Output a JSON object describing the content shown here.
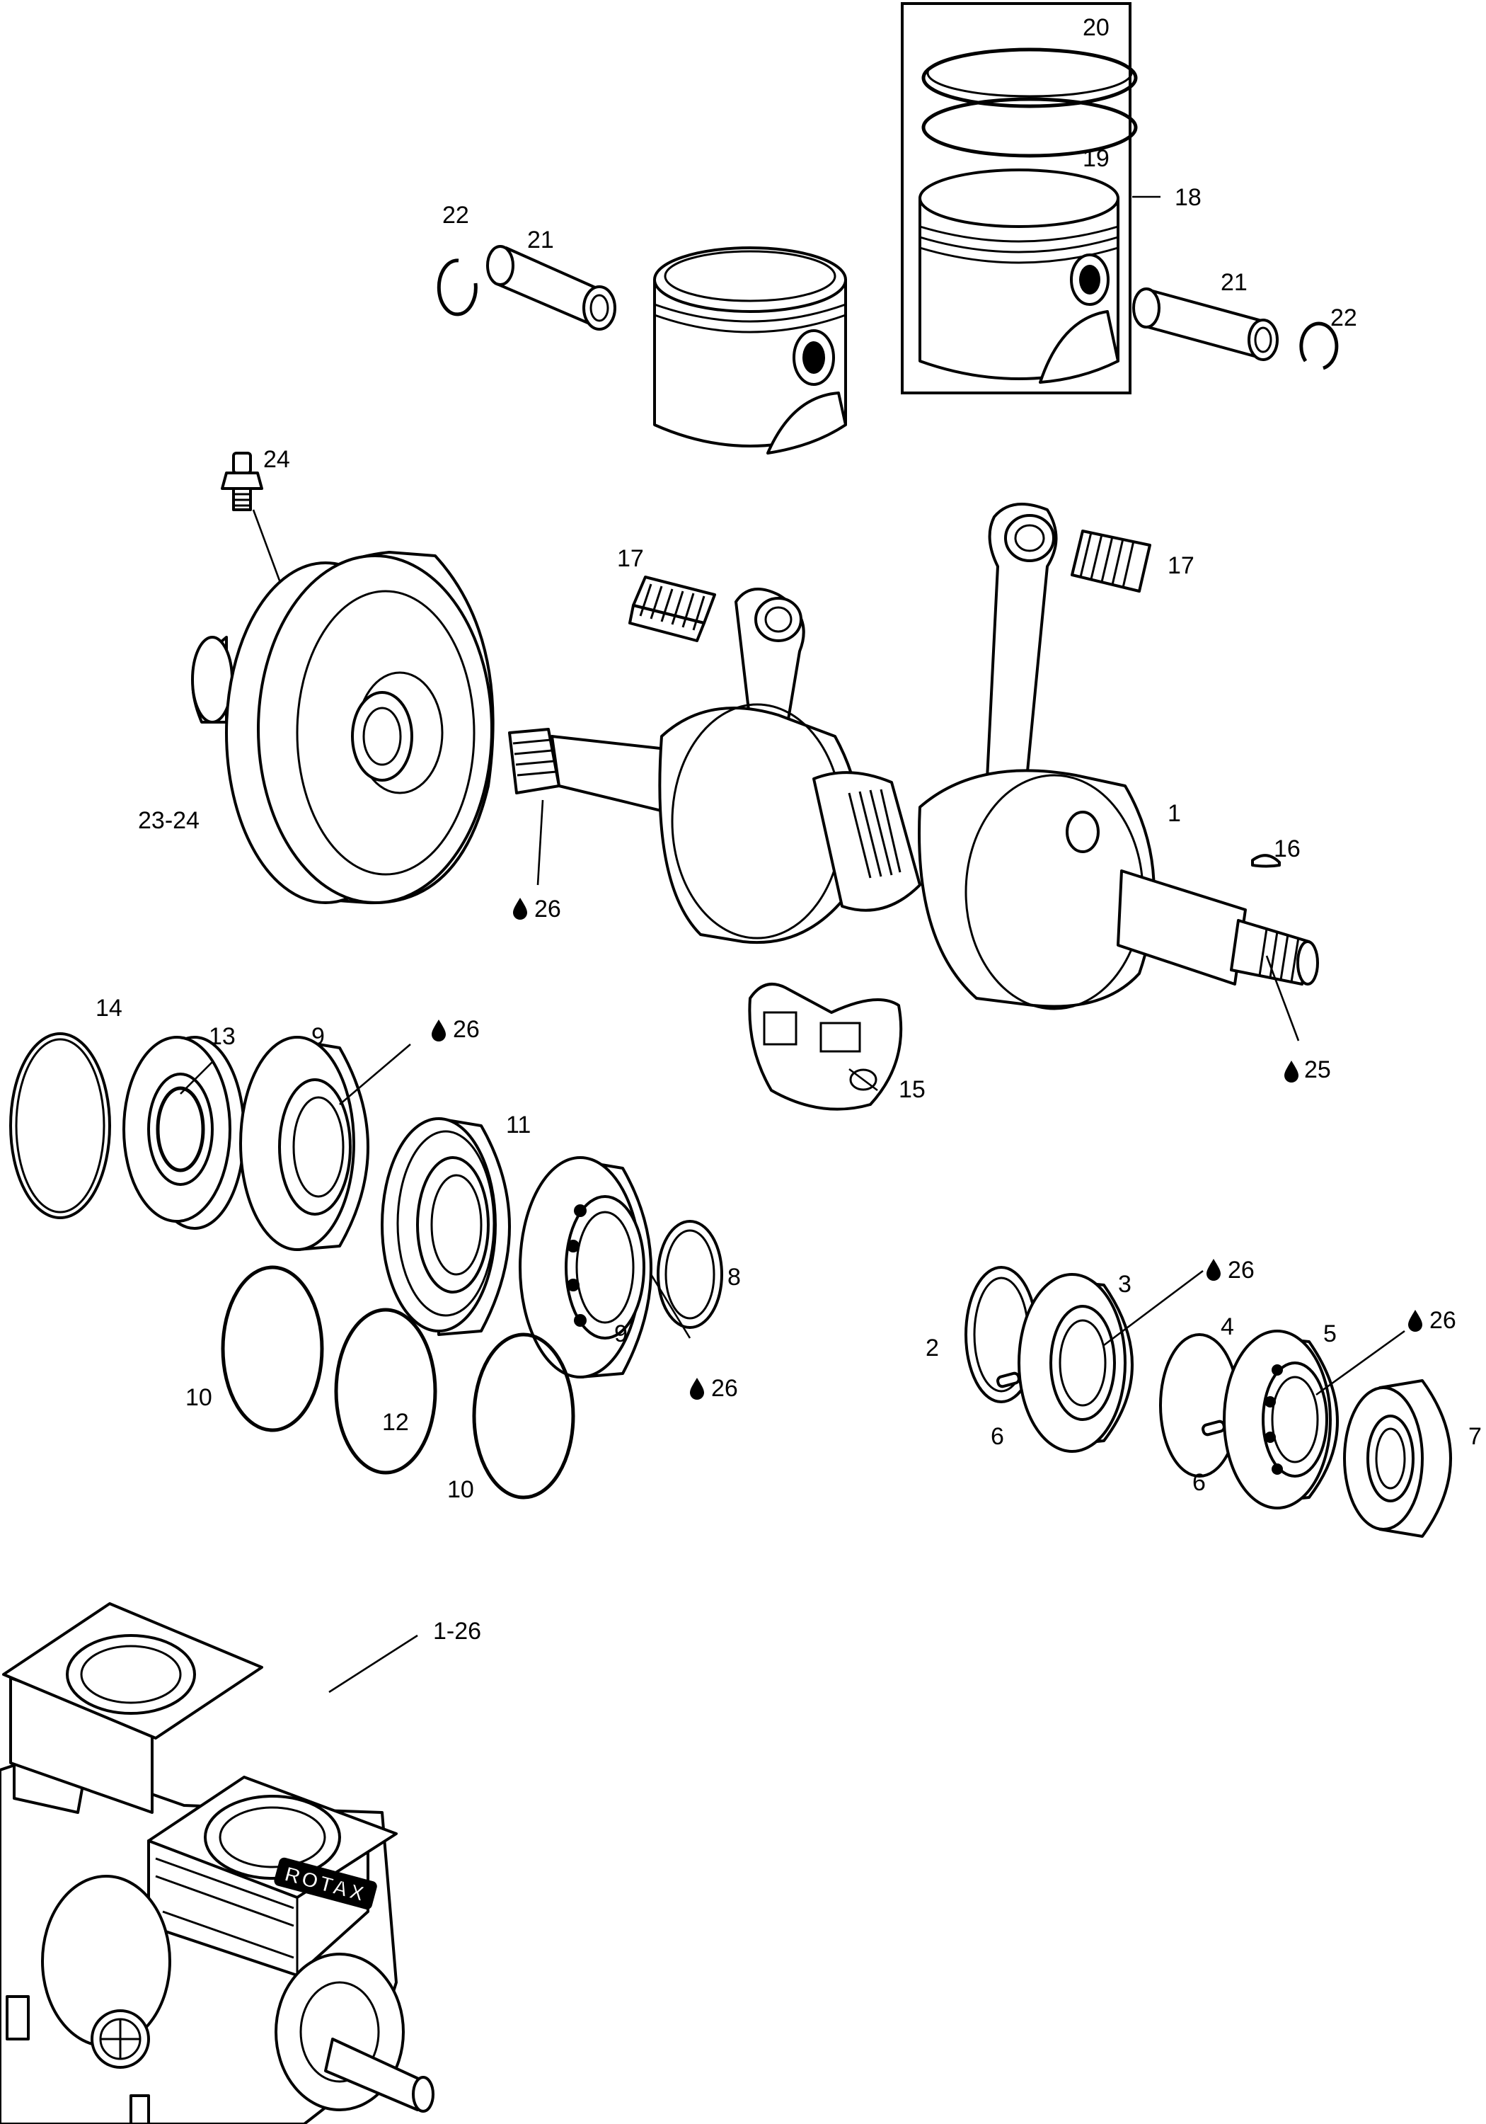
{
  "labels": {
    "l20": "20",
    "l19": "19",
    "l18": "18",
    "l22a": "22",
    "l21a": "21",
    "l21b": "21",
    "l22b": "22",
    "l24": "24",
    "l17a": "17",
    "l17b": "17",
    "l1": "1",
    "l2324": "23-24",
    "l26a": "26",
    "l16": "16",
    "l14": "14",
    "l13": "13",
    "l9a": "9",
    "l26b": "26",
    "l11": "11",
    "l15": "15",
    "l25": "25",
    "l8": "8",
    "l9b": "9",
    "l26c": "26",
    "l10a": "10",
    "l12": "12",
    "l10b": "10",
    "l3": "3",
    "l26d": "26",
    "l2": "2",
    "l4": "4",
    "l5": "5",
    "l26e": "26",
    "l6a": "6",
    "l6b": "6",
    "l7": "7",
    "l126": "1-26"
  },
  "brand": "ROTAX",
  "icons": {
    "oil": "oil-drop-icon"
  },
  "colors": {
    "ink": "#000000",
    "paper": "#ffffff"
  }
}
